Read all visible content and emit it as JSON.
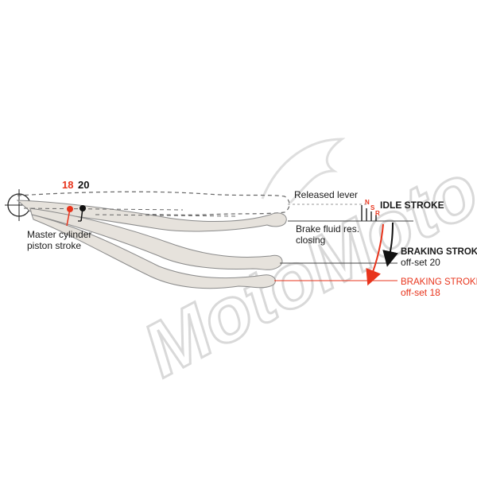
{
  "watermark": {
    "text": "MotoMoto"
  },
  "labels": {
    "num_18": "18",
    "num_20": "20",
    "released_lever": "Released lever",
    "idle_stroke": "IDLE STROKE",
    "brake_fluid_line1": "Brake fluid res.",
    "brake_fluid_line2": "closing",
    "master_cyl_line1": "Master cylinder",
    "master_cyl_line2": "piston stroke",
    "braking20_line1": "BRAKING STROKE",
    "braking20_line2": "off-set 20",
    "braking18_line1": "BRAKING STROKE",
    "braking18_line2": "off-set 18",
    "tick_n": "N",
    "tick_s": "S",
    "tick_r": "R"
  },
  "colors": {
    "red": "#e8341c",
    "black": "#111111",
    "lever_fill": "#e6e2dc",
    "lever_stroke": "#8a8a8a"
  }
}
